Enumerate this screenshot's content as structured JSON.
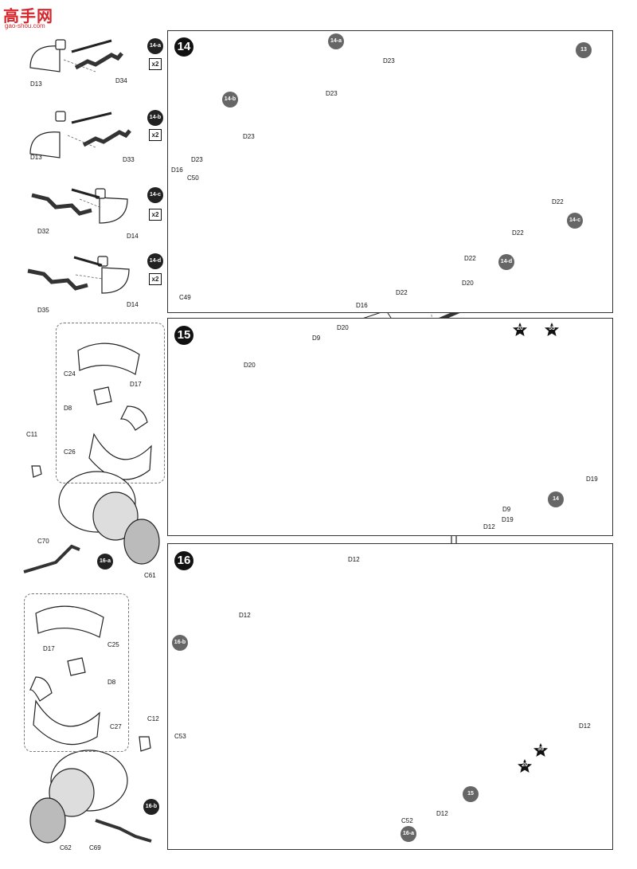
{
  "watermark": {
    "text": "高手网",
    "url": "gao-shou.com"
  },
  "side_steps": [
    {
      "id": "14-a",
      "count": "x2",
      "parts": [
        "D13",
        "D34"
      ]
    },
    {
      "id": "14-b",
      "count": "x2",
      "parts": [
        "D13",
        "D33"
      ]
    },
    {
      "id": "14-c",
      "count": "x2",
      "parts": [
        "D32",
        "D14"
      ]
    },
    {
      "id": "14-d",
      "count": "x2",
      "parts": [
        "D35",
        "D14"
      ]
    }
  ],
  "sub_assemblies": [
    {
      "id": "16-a",
      "parts": [
        "C24",
        "D17",
        "D8",
        "C26",
        "C11",
        "C70",
        "C61"
      ]
    },
    {
      "id": "16-b",
      "parts": [
        "C25",
        "D17",
        "D8",
        "C27",
        "C12",
        "C62",
        "C69"
      ]
    }
  ],
  "panels": [
    {
      "step": "14",
      "labels": [
        "14-a",
        "D23",
        "D23",
        "13",
        "14-b",
        "D23",
        "D23",
        "D16",
        "C50",
        "D22",
        "14-c",
        "D22",
        "D22",
        "14-d",
        "D22",
        "C49",
        "D16"
      ]
    },
    {
      "step": "15",
      "labels": [
        "D20",
        "D20",
        "D9",
        "D20",
        "20",
        "55",
        "D19",
        "14",
        "D9",
        "D19",
        "D12"
      ]
    },
    {
      "step": "16",
      "labels": [
        "D12",
        "D12",
        "16-b",
        "C53",
        "D12",
        "55",
        "20",
        "15",
        "D12",
        "C52",
        "16-a"
      ]
    }
  ],
  "colors": {
    "bubble": "#666666",
    "stepbadge": "#111111",
    "watermark": "#d6252b"
  }
}
